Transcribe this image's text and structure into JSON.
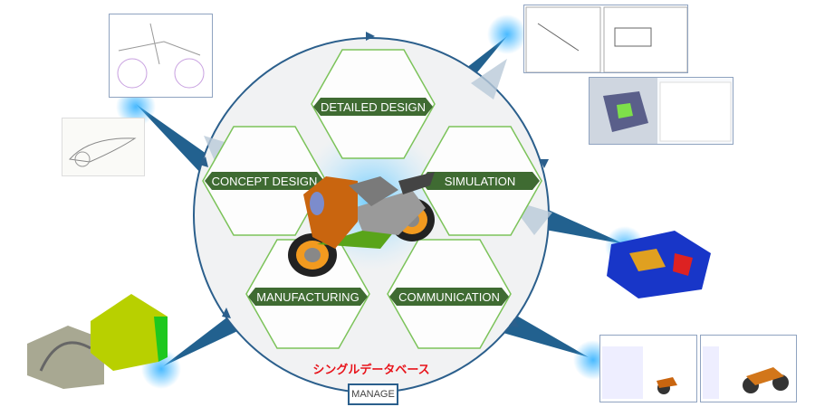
{
  "stages": [
    {
      "id": "detailed-design",
      "label": "DETAILED DESIGN"
    },
    {
      "id": "concept-design",
      "label": "CONCEPT DESIGN"
    },
    {
      "id": "simulation",
      "label": "SIMULATION"
    },
    {
      "id": "manufacturing",
      "label": "MANUFACTURING"
    },
    {
      "id": "communication",
      "label": "COMMUNICATION"
    }
  ],
  "center_caption": "シングルデータベース",
  "manage_label": "MANAGE",
  "colors": {
    "cycle": "#2b5f8c",
    "label_bg": "#3f6b32",
    "caption": "#e8141b",
    "arrow": "#22618f",
    "glow": "#3fb6ff"
  }
}
